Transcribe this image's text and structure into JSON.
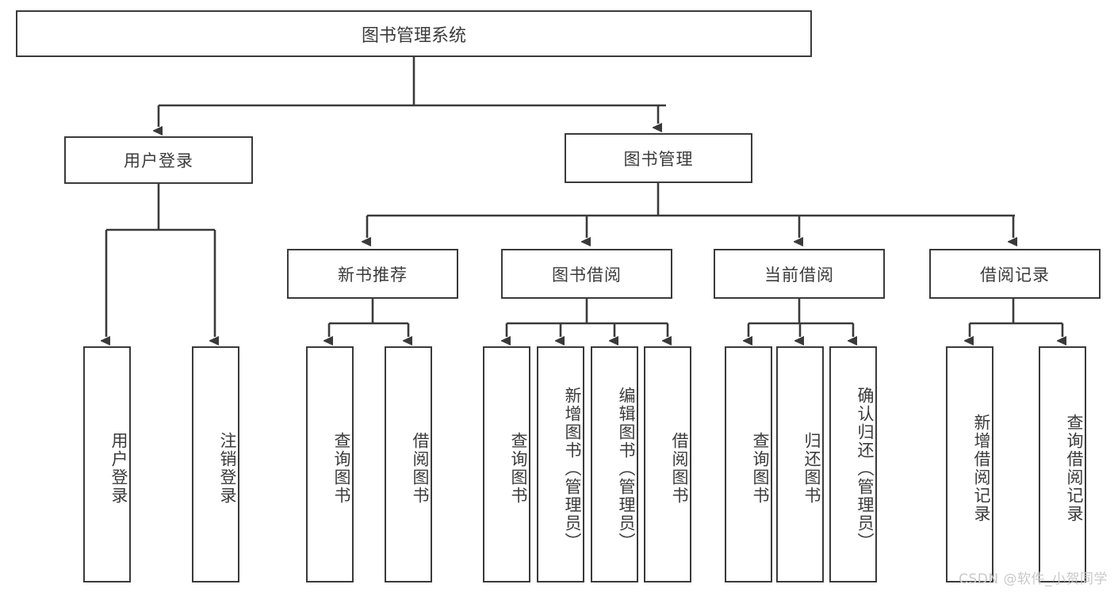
{
  "diagram": {
    "title": "图书管理系统",
    "type": "hierarchy-tree",
    "watermark": "CSDN @软件_小贺同学",
    "colors": {
      "stroke": "#3a3a3a",
      "background": "#ffffff",
      "text": "#3b3b3b",
      "watermark": "#c9c9c9"
    },
    "nodes": {
      "root": "图书管理系统",
      "level2": [
        "用户登录",
        "图书管理"
      ],
      "level3": [
        "新书推荐",
        "图书借阅",
        "当前借阅",
        "借阅记录"
      ],
      "leaves": {
        "user_login": [
          "用户登录",
          "注销登录"
        ],
        "new_book": [
          "查询图书",
          "借阅图书"
        ],
        "book_borrow": [
          "查询图书",
          "新增图书（管理员）",
          "编辑图书（管理员）",
          "借阅图书"
        ],
        "current_borrow": [
          "查询图书",
          "归还图书",
          "确认归还（管理员）"
        ],
        "borrow_record": [
          "新增借阅记录",
          "查询借阅记录"
        ]
      }
    }
  }
}
